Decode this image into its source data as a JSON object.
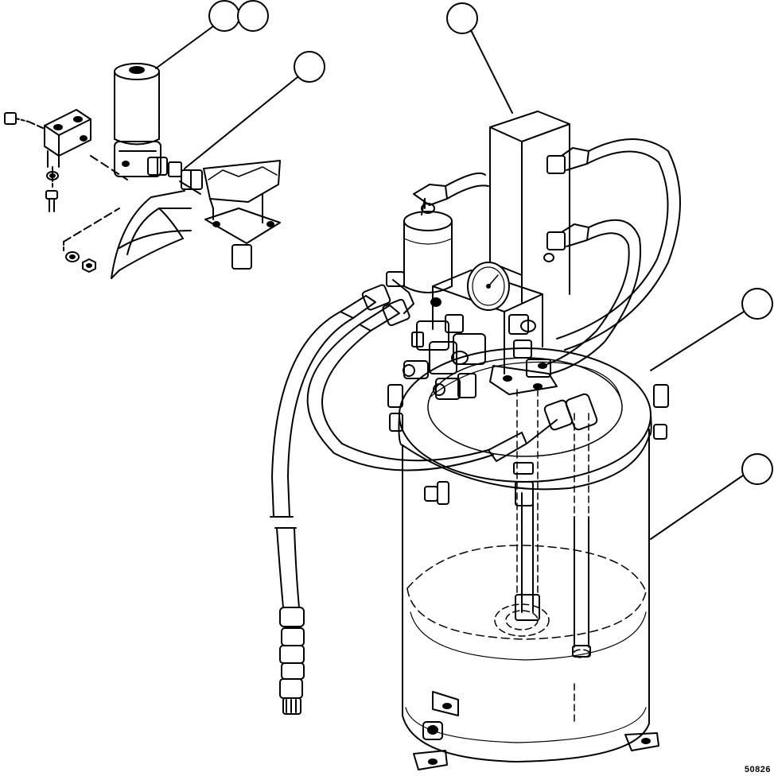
{
  "figure": {
    "id_label": "50826",
    "line_color": "#000000",
    "background": "#ffffff",
    "callouts": [
      {
        "name": "callout-solenoid-a",
        "label": ""
      },
      {
        "name": "callout-solenoid-b",
        "label": ""
      },
      {
        "name": "callout-fitting",
        "label": ""
      },
      {
        "name": "callout-pump-motor",
        "label": ""
      },
      {
        "name": "callout-tank-cover",
        "label": ""
      },
      {
        "name": "callout-reservoir-tank",
        "label": ""
      }
    ]
  }
}
